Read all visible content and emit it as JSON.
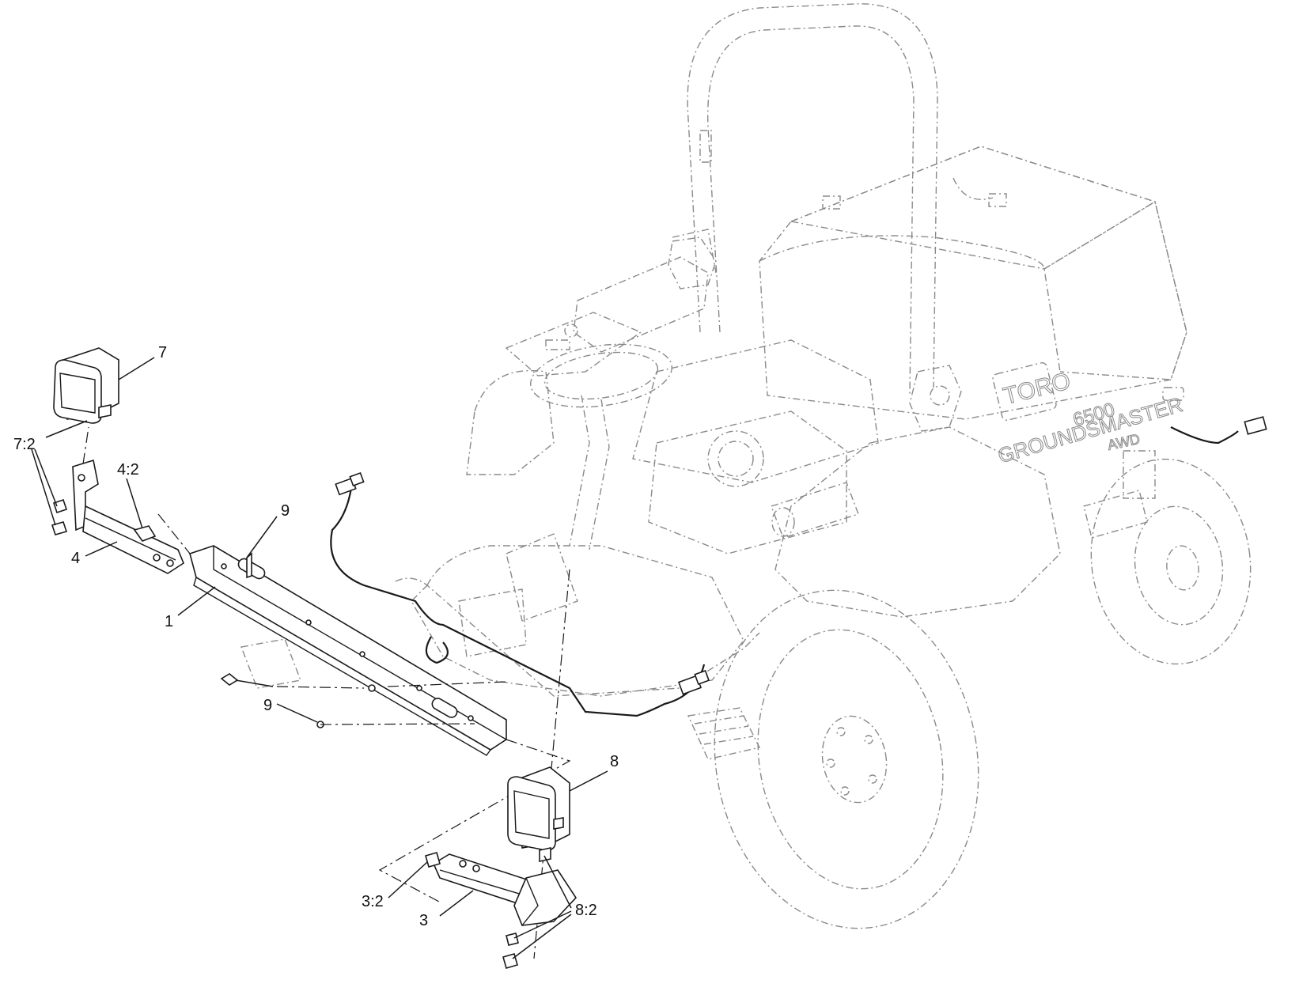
{
  "colors": {
    "ink": "#1a1a1a",
    "phantom_outline": "#8a8a8a",
    "background": "#ffffff"
  },
  "vehicle": {
    "brand_logo": "TORO",
    "model_name": "GROUNDSMASTER",
    "model_number": "6500",
    "drive_badge": "AWD"
  },
  "callouts": {
    "c1": "1",
    "c3": "3",
    "c3_2": "3:2",
    "c4": "4",
    "c4_2": "4:2",
    "c7": "7",
    "c7_2": "7:2",
    "c8": "8",
    "c8_2": "8:2",
    "c9_top": "9",
    "c9_bottom": "9"
  }
}
